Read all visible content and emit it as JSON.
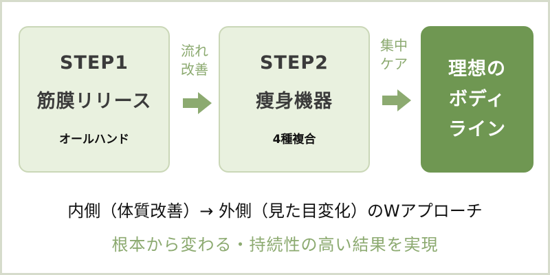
{
  "steps": [
    {
      "label": "STEP1",
      "title": "筋膜リリース",
      "subtitle": "オールハンド"
    },
    {
      "label": "STEP2",
      "title": "痩身機器",
      "subtitle": "4種複合"
    }
  ],
  "connectors": [
    {
      "line1": "流れ",
      "line2": "改善"
    },
    {
      "line1": "集中",
      "line2": "ケア"
    }
  ],
  "goal": {
    "line1": "理想の",
    "line2": "ボディ",
    "line3": "ライン"
  },
  "captions": {
    "main": "内側（体質改善）→ 外側（見た目変化）のWアプローチ",
    "sub": "根本から変わる・持続性の高い結果を実現"
  },
  "colors": {
    "step_fill": "#e9f1df",
    "step_border": "#cad7b7",
    "goal_fill": "#6f9752",
    "accent_green": "#8caa70",
    "frame": "#d6dccb"
  }
}
